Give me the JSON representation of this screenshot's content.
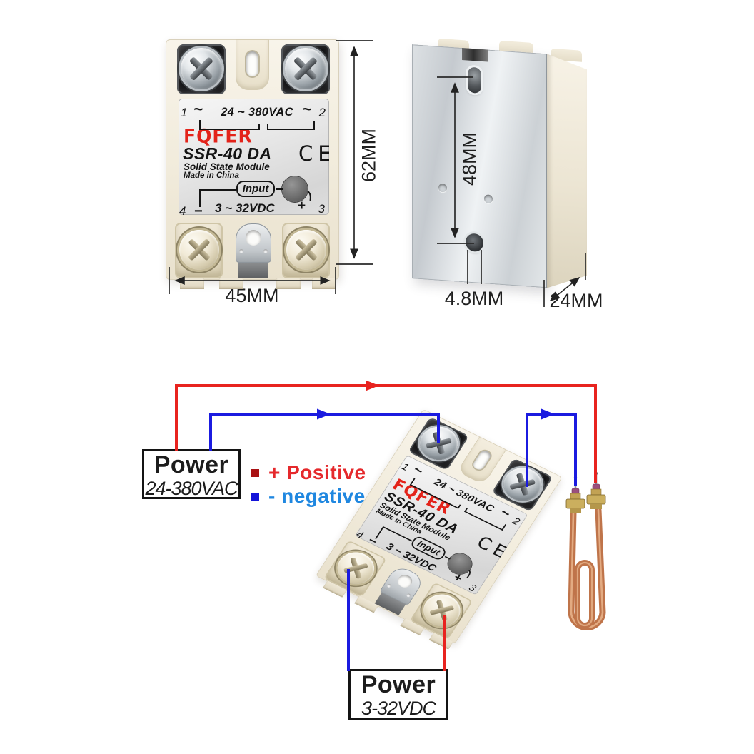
{
  "product": {
    "brand": "FQFER",
    "model": "SSR-40 DA",
    "module_type": "Solid State Module",
    "origin": "Made in China",
    "ce_mark": "CE",
    "ac_rating": "24 ~ 380VAC",
    "dc_rating": "3 ~ 32VDC",
    "input_label": "Input",
    "terminal_1": "1",
    "terminal_2": "2",
    "terminal_3": "3",
    "terminal_4": "4",
    "tilde": "~",
    "plus": "+",
    "minus": "−"
  },
  "dimensions": {
    "front_height": "62MM",
    "front_width": "45MM",
    "mount_hole_spacing": "48MM",
    "mount_hole_width": "4.8MM",
    "body_depth": "24MM"
  },
  "wiring_diagram": {
    "ac_power_box": {
      "title": "Power",
      "range": "24-380VAC"
    },
    "dc_power_box": {
      "title": "Power",
      "range": "3-32VDC"
    },
    "legend": {
      "positive": "+ Positive",
      "negative": "- negative"
    },
    "wire_colors": {
      "positive_wire": "#e8231f",
      "negative_wire": "#1b1be0",
      "legend_positive_text": "#e5292c",
      "legend_negative_text": "#1f87e0"
    }
  }
}
